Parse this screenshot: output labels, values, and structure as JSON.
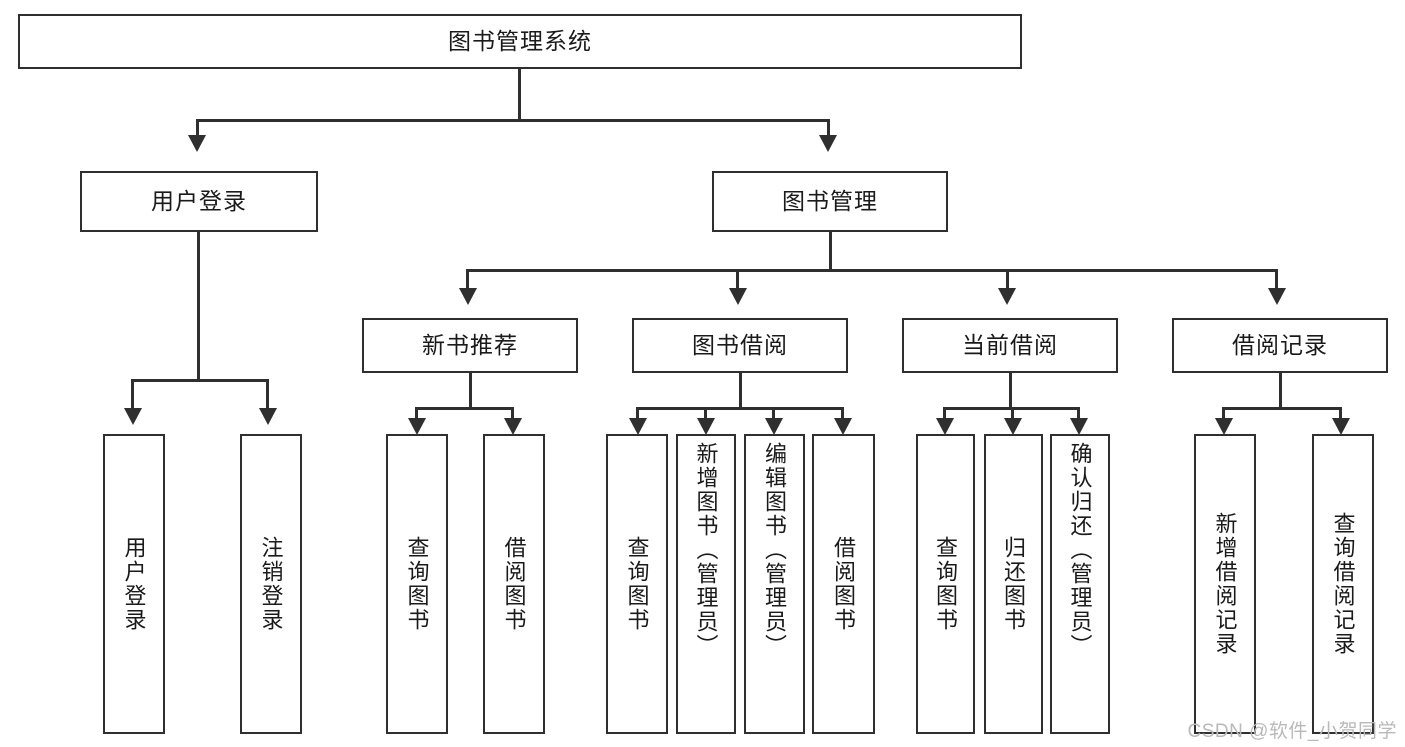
{
  "diagram": {
    "title": "图书管理系统",
    "type": "tree-hierarchy",
    "root": {
      "label": "图书管理系统"
    },
    "level2": [
      {
        "label": "用户登录"
      },
      {
        "label": "图书管理"
      }
    ],
    "level3": [
      {
        "label": "新书推荐"
      },
      {
        "label": "图书借阅"
      },
      {
        "label": "当前借阅"
      },
      {
        "label": "借阅记录"
      }
    ],
    "leaves": {
      "user_login": [
        {
          "label": "用户登录"
        },
        {
          "label": "注销登录"
        }
      ],
      "new_book_recommend": [
        {
          "label": "查询图书"
        },
        {
          "label": "借阅图书"
        }
      ],
      "book_borrow": [
        {
          "label": "查询图书"
        },
        {
          "label": "新增图书（管理员）"
        },
        {
          "label": "编辑图书（管理员）"
        },
        {
          "label": "借阅图书"
        }
      ],
      "current_borrow": [
        {
          "label": "查询图书"
        },
        {
          "label": "归还图书"
        },
        {
          "label": "确认归还（管理员）"
        }
      ],
      "borrow_record": [
        {
          "label": "新增借阅记录"
        },
        {
          "label": "查询借阅记录"
        }
      ]
    }
  },
  "watermark": {
    "text": "CSDN @软件_小贺同学"
  },
  "colors": {
    "stroke": "#2f2f2f",
    "background": "#ffffff",
    "text": "#1a1a1a",
    "watermark": "#b9b9b9"
  }
}
